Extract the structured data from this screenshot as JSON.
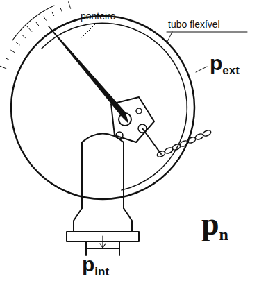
{
  "diagram": {
    "labels": [
      "ponteiro",
      "tubo flexível",
      "p",
      "ext",
      "p",
      "int",
      "p",
      "n"
    ]
  }
}
